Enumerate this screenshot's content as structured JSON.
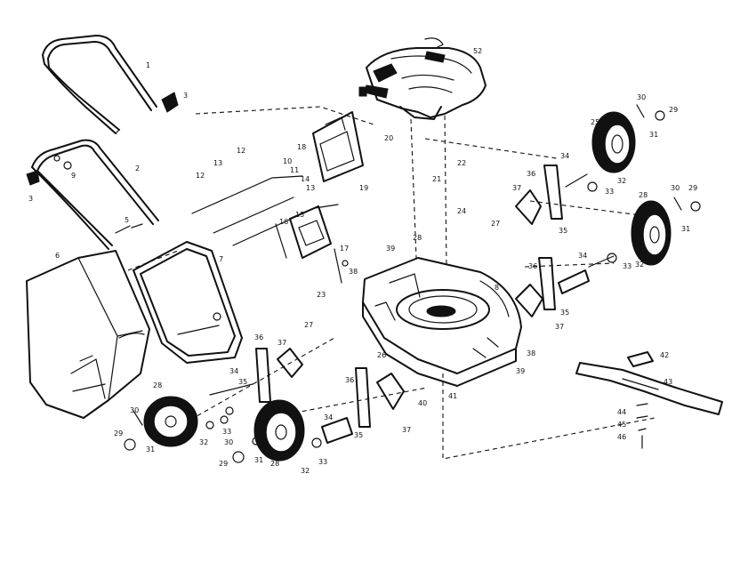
{
  "callouts": {
    "c1": "1",
    "c2": "2",
    "c3a": "3",
    "c3b": "3",
    "c5": "5",
    "c6": "6",
    "c7": "7",
    "c8": "8",
    "c9": "9",
    "c10": "10",
    "c11": "11",
    "c12a": "12",
    "c12b": "12",
    "c13a": "13",
    "c13b": "13",
    "c14": "14",
    "c15": "15",
    "c16": "16",
    "c17": "17",
    "c18": "18",
    "c19": "19",
    "c20": "20",
    "c21": "21",
    "c22": "22",
    "c23": "23",
    "c24": "24",
    "c25": "25",
    "c26": "26",
    "c27a": "27",
    "c27b": "27",
    "c28a": "28",
    "c28b": "28",
    "c28c": "28",
    "c28d": "28",
    "c29a": "29",
    "c29b": "29",
    "c29c": "29",
    "c29d": "29",
    "c30a": "30",
    "c30b": "30",
    "c30c": "30",
    "c30d": "30",
    "c31a": "31",
    "c31b": "31",
    "c31c": "31",
    "c31d": "31",
    "c32a": "32",
    "c32b": "32",
    "c32c": "32",
    "c32d": "32",
    "c33a": "33",
    "c33b": "33",
    "c33c": "33",
    "c33d": "33",
    "c34a": "34",
    "c34b": "34",
    "c34c": "34",
    "c34d": "34",
    "c35a": "35",
    "c35b": "35",
    "c35c": "35",
    "c35d": "35",
    "c36a": "36",
    "c36b": "36",
    "c36c": "36",
    "c36d": "36",
    "c37a": "37",
    "c37b": "37",
    "c37c": "37",
    "c37d": "37",
    "c38a": "38",
    "c38b": "38",
    "c39a": "39",
    "c39b": "39",
    "c40": "40",
    "c41": "41",
    "c42": "42",
    "c43": "43",
    "c44": "44",
    "c45": "45",
    "c46": "46",
    "c52": "52"
  }
}
